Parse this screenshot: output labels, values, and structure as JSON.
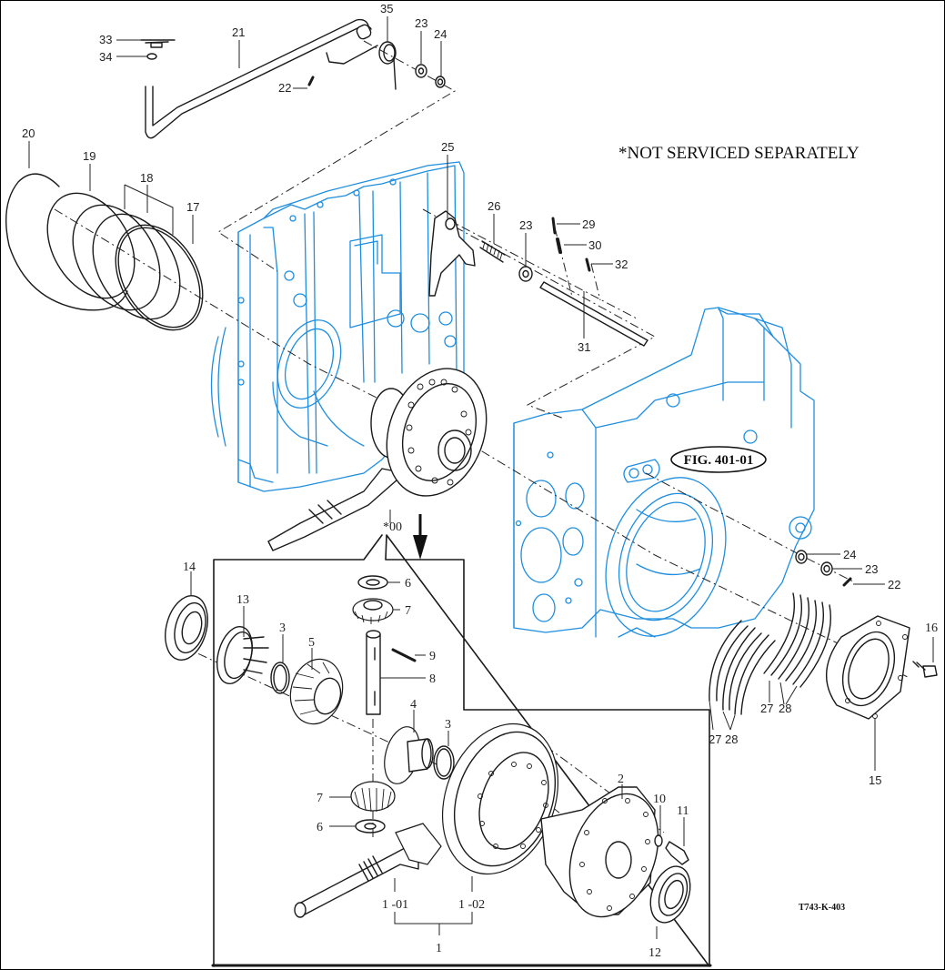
{
  "figure": {
    "note": "*NOT SERVICED SEPARATELY",
    "reference": "FIG. 401-01",
    "drawing_code": "T743-K-403",
    "assembly_marker": "*00",
    "colors": {
      "housing": "#1e8ee0",
      "parts": "#1a1a1a",
      "background": "#ffffff"
    }
  },
  "callouts": {
    "upper": [
      {
        "id": "33",
        "label": "33"
      },
      {
        "id": "34",
        "label": "34"
      },
      {
        "id": "21",
        "label": "21"
      },
      {
        "id": "22a",
        "label": "22"
      },
      {
        "id": "35",
        "label": "35"
      },
      {
        "id": "23a",
        "label": "23"
      },
      {
        "id": "24a",
        "label": "24"
      },
      {
        "id": "20",
        "label": "20"
      },
      {
        "id": "19",
        "label": "19"
      },
      {
        "id": "18",
        "label": "18"
      },
      {
        "id": "17",
        "label": "17"
      },
      {
        "id": "25",
        "label": "25"
      },
      {
        "id": "26",
        "label": "26"
      },
      {
        "id": "23b",
        "label": "23"
      },
      {
        "id": "29",
        "label": "29"
      },
      {
        "id": "30",
        "label": "30"
      },
      {
        "id": "32",
        "label": "32"
      },
      {
        "id": "31",
        "label": "31"
      }
    ],
    "right": [
      {
        "id": "24b",
        "label": "24"
      },
      {
        "id": "23c",
        "label": "23"
      },
      {
        "id": "22b",
        "label": "22"
      },
      {
        "id": "16",
        "label": "16"
      },
      {
        "id": "15",
        "label": "15"
      },
      {
        "id": "27a",
        "label": "27"
      },
      {
        "id": "28a",
        "label": "28"
      },
      {
        "id": "27b",
        "label": "27"
      },
      {
        "id": "28b",
        "label": "28"
      }
    ],
    "inset": [
      {
        "id": "14",
        "label": "14"
      },
      {
        "id": "13",
        "label": "13"
      },
      {
        "id": "3a",
        "label": "3"
      },
      {
        "id": "5",
        "label": "5"
      },
      {
        "id": "6a",
        "label": "6"
      },
      {
        "id": "7a",
        "label": "7"
      },
      {
        "id": "9",
        "label": "9"
      },
      {
        "id": "8",
        "label": "8"
      },
      {
        "id": "4",
        "label": "4"
      },
      {
        "id": "3b",
        "label": "3"
      },
      {
        "id": "7b",
        "label": "7"
      },
      {
        "id": "6b",
        "label": "6"
      },
      {
        "id": "2",
        "label": "2"
      },
      {
        "id": "10",
        "label": "10"
      },
      {
        "id": "11",
        "label": "11"
      },
      {
        "id": "1-01",
        "label": "1 -01"
      },
      {
        "id": "1-02",
        "label": "1 -02"
      },
      {
        "id": "1",
        "label": "1"
      },
      {
        "id": "12",
        "label": "12"
      }
    ]
  }
}
